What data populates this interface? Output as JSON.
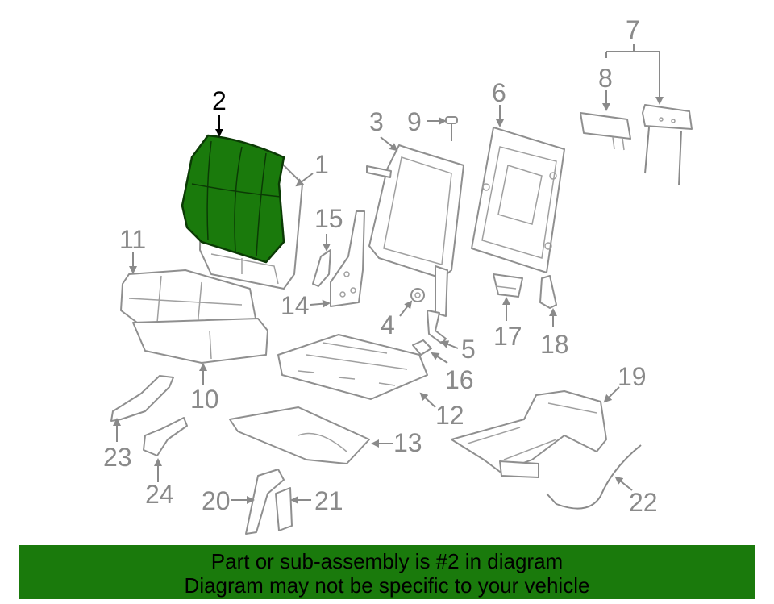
{
  "highlight_color": "#1a7a0c",
  "banner": {
    "line1": "Part or sub-assembly is #2 in diagram",
    "line2": "Diagram may not be specific to your vehicle"
  },
  "callouts": {
    "c1": "1",
    "c2": "2",
    "c3": "3",
    "c4": "4",
    "c5": "5",
    "c6": "6",
    "c7": "7",
    "c8": "8",
    "c9": "9",
    "c10": "10",
    "c11": "11",
    "c12": "12",
    "c13": "13",
    "c14": "14",
    "c15": "15",
    "c16": "16",
    "c17": "17",
    "c18": "18",
    "c19": "19",
    "c20": "20",
    "c21": "21",
    "c22": "22",
    "c23": "23",
    "c24": "24"
  }
}
